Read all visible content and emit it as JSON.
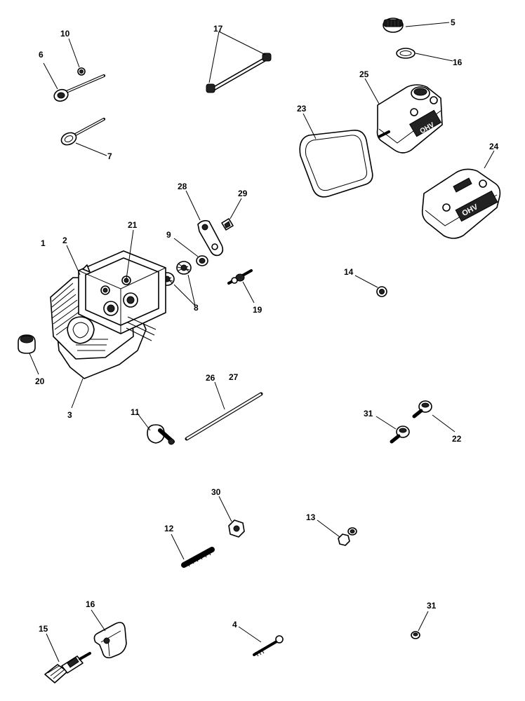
{
  "callouts": {
    "c1": "1",
    "c2": "2",
    "c3": "3",
    "c4": "4",
    "c5": "5",
    "c6": "6",
    "c7": "7",
    "c8": "8",
    "c9": "9",
    "c10": "10",
    "c11": "11",
    "c12": "12",
    "c13": "13",
    "c14": "14",
    "c15": "15",
    "c16a": "16",
    "c16b": "16",
    "c17": "17",
    "c19": "19",
    "c20": "20",
    "c21": "21",
    "c22": "22",
    "c23": "23",
    "c24": "24",
    "c25": "25",
    "c26": "26",
    "c27": "27",
    "c28": "28",
    "c29": "29",
    "c30": "30",
    "c31a": "31",
    "c31b": "31"
  },
  "cover_marking_a": "OHV",
  "cover_marking_b": "OHV"
}
